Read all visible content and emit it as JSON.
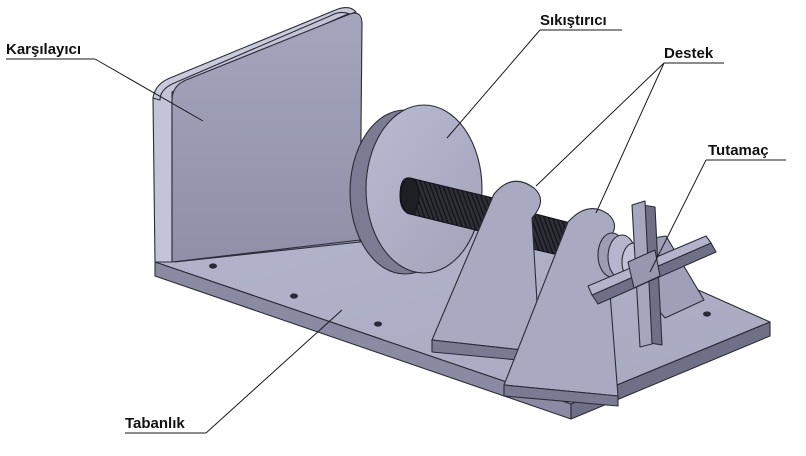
{
  "labels": {
    "receiver": "Karşılayıcı",
    "clamp": "Sıkıştırıcı",
    "support": "Destek",
    "handle": "Tutamaç",
    "base": "Tabanlık"
  },
  "colors": {
    "metal_light": "#b7b8cf",
    "metal_mid": "#9d9eb7",
    "metal_dark": "#6f7087",
    "metal_shadow": "#5a5b70",
    "thread": "#2b2c33",
    "edge": "#2b2c36",
    "label_text": "#111111"
  }
}
